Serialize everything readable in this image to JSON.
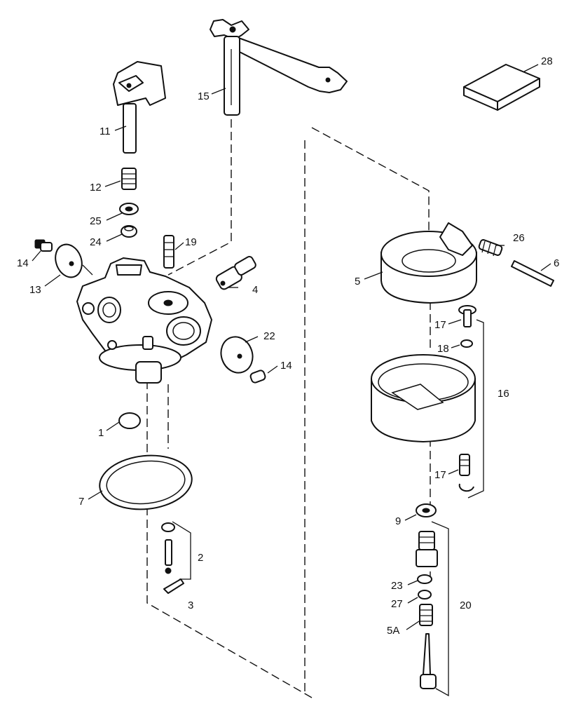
{
  "callouts": {
    "c28": "28",
    "c15": "15",
    "c11": "11",
    "c12": "12",
    "c25": "25",
    "c24": "24",
    "c19": "19",
    "c14a": "14",
    "c13": "13",
    "c4": "4",
    "c22": "22",
    "c14b": "14",
    "c1": "1",
    "c7": "7",
    "c2": "2",
    "c3": "3",
    "c26": "26",
    "c6": "6",
    "c5": "5",
    "c17a": "17",
    "c18": "18",
    "c16": "16",
    "c17b": "17",
    "c9": "9",
    "c23": "23",
    "c27": "27",
    "c5A": "5A",
    "c20": "20"
  }
}
